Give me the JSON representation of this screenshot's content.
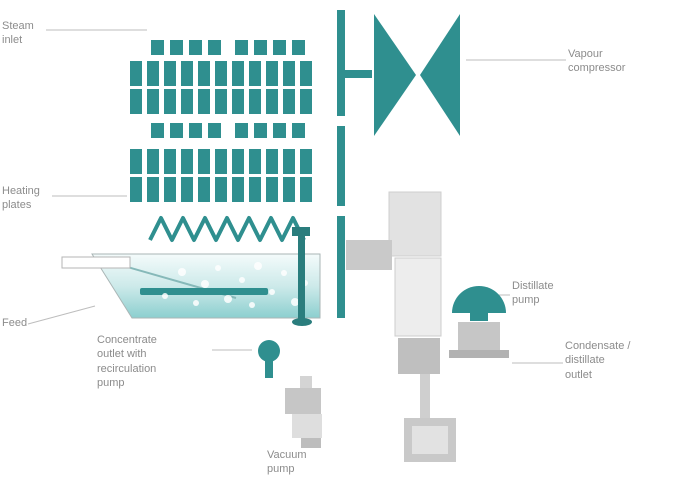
{
  "colors": {
    "teal": "#2f8f8f",
    "teal_dark": "#206f6f",
    "teal_liquid": "#8ccfcf",
    "text_gray": "#8c8c8c",
    "equipment_gray": "#c6c6c6",
    "equipment_light": "#e2e2e2"
  },
  "labels": {
    "steam_inlet": [
      "Steam",
      "inlet"
    ],
    "heating_plates": [
      "Heating",
      "plates"
    ],
    "feed": [
      "Feed"
    ],
    "vapour_compressor": [
      "Vapour",
      "compressor"
    ],
    "distillate_pump": [
      "Distillate",
      "pump"
    ],
    "condensate_outlet": [
      "Condensate /",
      "distillate",
      "outlet"
    ],
    "concentrate_pump": [
      "Concentrate",
      "outlet with",
      "recirculation",
      "pump"
    ],
    "vacuum_pump": [
      "Vacuum",
      "pump"
    ]
  }
}
